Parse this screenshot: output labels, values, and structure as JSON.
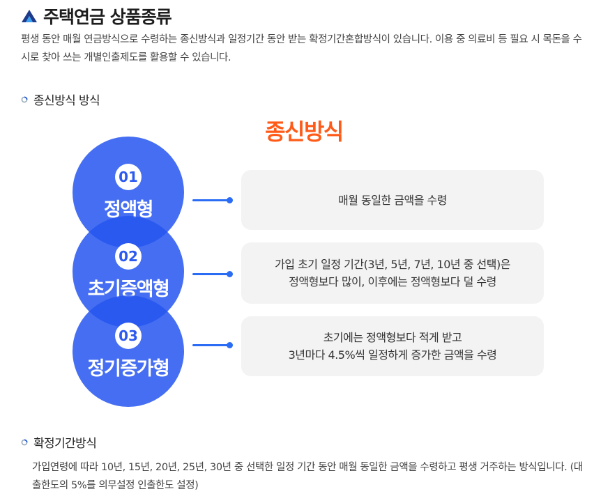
{
  "header": {
    "title": "주택연금 상품종류",
    "icon": "mountain-logo-icon",
    "accent_color": "#1e3a8a"
  },
  "intro": {
    "text": "평생 동안 매월 연금방식으로 수령하는 종신방식과 일정기간 동안 받는 확정기간혼합방식이 있습니다. 이용 중 의료비 등 필요 시 목돈을 수시로 찾아 쓰는 개별인출제도를 활용할 수 있습니다."
  },
  "section1": {
    "heading": "종신방식 방식",
    "diagram_title": "종신방식",
    "types": [
      {
        "num": "01",
        "label": "정액형",
        "description_lines": [
          "매월 동일한 금액을 수령"
        ]
      },
      {
        "num": "02",
        "label": "초기증액형",
        "description_lines": [
          "가입 초기 일정 기간(3년, 5년, 7년, 10년 중 선택)은",
          "정액형보다 많이, 이후에는 정액형보다 덜 수령"
        ]
      },
      {
        "num": "03",
        "label": "정기증가형",
        "description_lines": [
          "초기에는 정액형보다 적게 받고",
          "3년마다 4.5%씩 일정하게 증가한 금액을 수령"
        ]
      }
    ]
  },
  "section2": {
    "heading": "확정기간방식",
    "text": "가입연령에 따라 10년, 15년, 20년, 25년, 30년 중 선택한 일정 기간 동안 매월 동일한 금액을 수령하고 평생 거주하는 방식입니다. (대출한도의 5%를 의무설정 인출한도 설정)"
  },
  "colors": {
    "circle": "#2656f0",
    "connector": "#2b6cf5",
    "diagram_title": "#ff5a17",
    "box": "#f3f3f3"
  }
}
